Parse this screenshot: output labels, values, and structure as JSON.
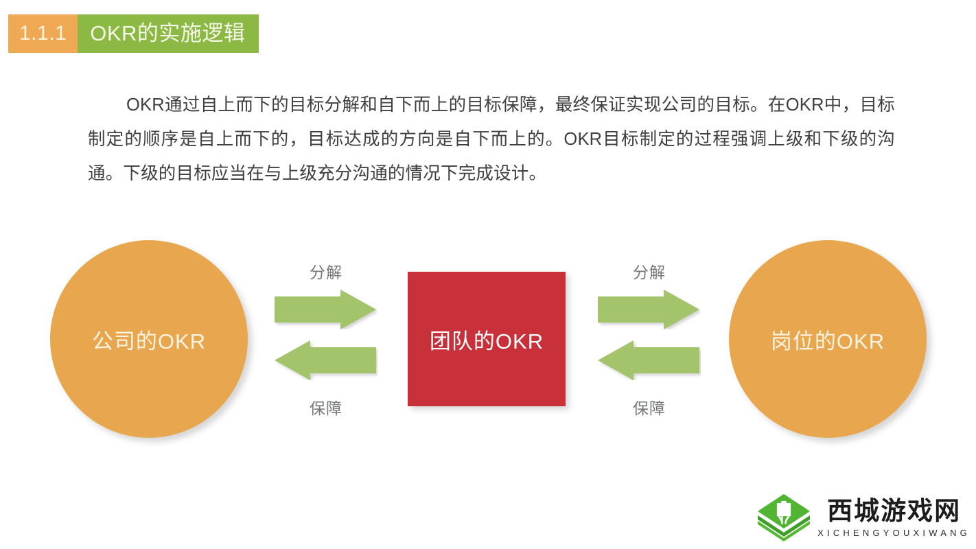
{
  "slide": {
    "background_color": "#FFFFFF",
    "header": {
      "number": "1.1.1",
      "number_bg": "#EFA955",
      "title": "OKR的实施逻辑",
      "title_bg": "#8CB944"
    },
    "paragraph": "OKR通过自上而下的目标分解和自下而上的目标保障，最终保证实现公司的目标。在OKR中，目标制定的顺序是自上而下的，目标达成的方向是自下而上的。OKR目标制定的过程强调上级和下级的沟通。下级的目标应当在与上级充分沟通的情况下完成设计。"
  },
  "diagram": {
    "type": "flow",
    "nodes": [
      {
        "id": "company",
        "label": "公司的OKR",
        "shape": "circle",
        "color": "#E8A74E",
        "text_color": "#FCF4E2"
      },
      {
        "id": "team",
        "label": "团队的OKR",
        "shape": "square",
        "color": "#C8303A",
        "text_color": "#FFFFFF"
      },
      {
        "id": "position",
        "label": "岗位的OKR",
        "shape": "circle",
        "color": "#E8A74E",
        "text_color": "#FCF4E2"
      }
    ],
    "arrow_color": "#A3C46A",
    "arrow_label_color": "#76797A",
    "connectors": [
      {
        "id": "company-team",
        "from": "company",
        "to": "team",
        "forward_label": "分解",
        "backward_label": "保障"
      },
      {
        "id": "team-position",
        "from": "team",
        "to": "position",
        "forward_label": "分解",
        "backward_label": "保障"
      }
    ]
  },
  "watermark": {
    "icon": "green-layered-diamond-logo",
    "name": "西城游戏网",
    "pinyin": "XICHENGYOUXIWANG",
    "icon_color": "#3FA62C"
  }
}
